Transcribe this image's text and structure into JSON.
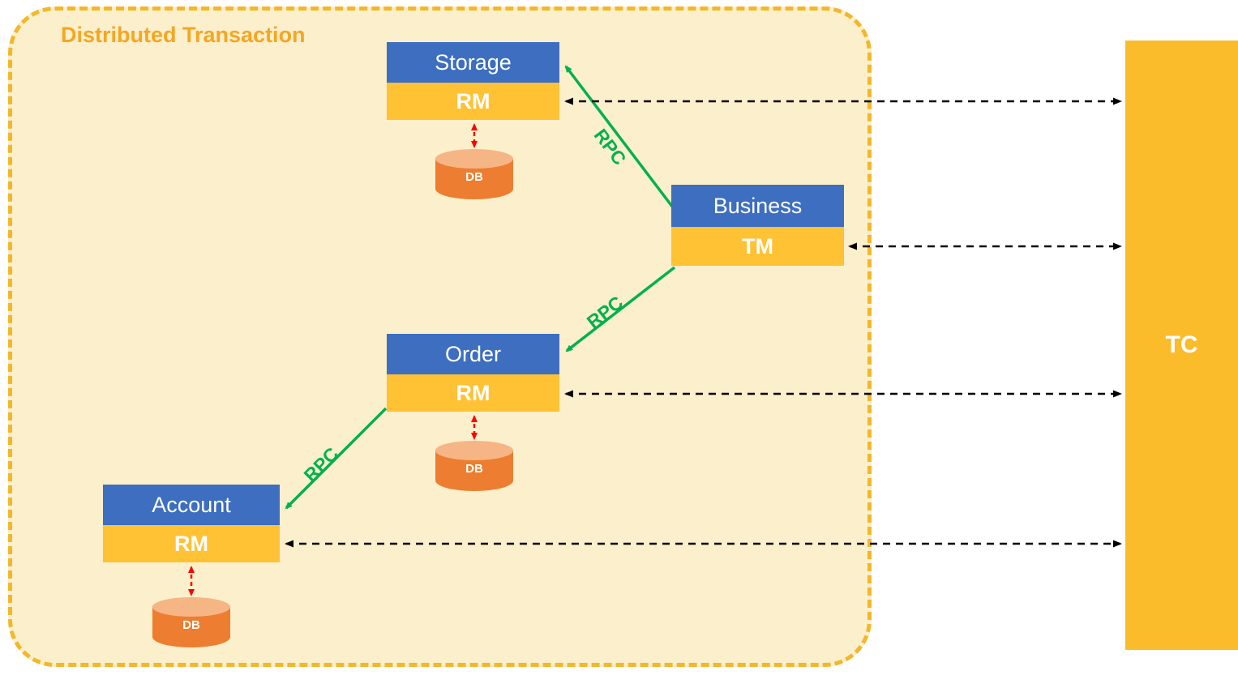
{
  "diagram": {
    "title": "Distributed Transaction",
    "services": [
      {
        "name": "Storage",
        "role": "RM",
        "db": "DB"
      },
      {
        "name": "Business",
        "role": "TM"
      },
      {
        "name": "Order",
        "role": "RM",
        "db": "DB"
      },
      {
        "name": "Account",
        "role": "RM",
        "db": "DB"
      }
    ],
    "coordinator": {
      "label": "TC"
    },
    "rpc_label": "RPC",
    "colors": {
      "boundary_border": "#F3B72B",
      "boundary_fill": "#FCEFCB",
      "service_header_blue": "#3D6EC0",
      "role_band_gold": "#FFC234",
      "coordinator_gold": "#FBBC2C",
      "db_orange": "#ED7D31",
      "db_top_orange": "#F6B585",
      "rpc_green": "#00B050",
      "db_link_red": "#FF0000",
      "tc_link_black": "#000000",
      "title_gold": "#F5A623"
    }
  }
}
